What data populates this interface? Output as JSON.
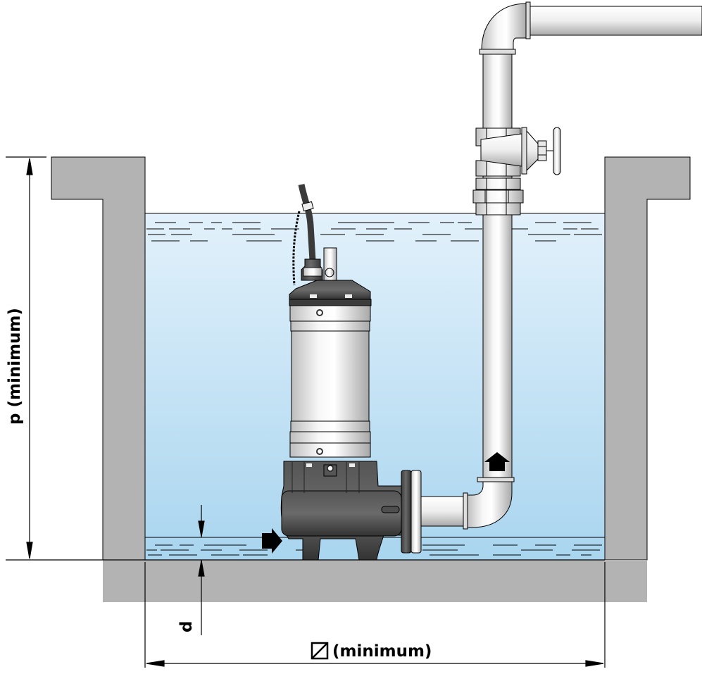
{
  "diagram": {
    "title": "Submersible pump installation in sump pit",
    "labels": {
      "pit_height": "p  (minimum)",
      "clearance": "d",
      "pit_width_symbol": "square-dimension-icon",
      "pit_width": "(minimum)"
    },
    "components": [
      {
        "name": "sump-pit-walls",
        "material": "concrete"
      },
      {
        "name": "water",
        "state": "liquid"
      },
      {
        "name": "submersible-pump",
        "parts": [
          "power-cable",
          "lifting-chain",
          "lifting-handle",
          "motor-housing",
          "pump-volute",
          "discharge-flange"
        ]
      },
      {
        "name": "discharge-pipe",
        "parts": [
          "horizontal-pipe",
          "elbow-bottom",
          "riser-pipe",
          "union-joint",
          "gate-valve",
          "elbow-top",
          "outlet-pipe"
        ]
      }
    ],
    "flow_arrows": [
      {
        "name": "inlet-flow",
        "direction": "right"
      },
      {
        "name": "discharge-flow",
        "direction": "up"
      }
    ],
    "colors": {
      "wall": "#b3b3b3",
      "water_top": "#e0f0fa",
      "water_bottom": "#a8d4ee",
      "pump_dark": "#4a4a4a",
      "pump_metal": "#e6e6e6",
      "pipe": "#f2f2f2",
      "line": "#000000"
    }
  }
}
